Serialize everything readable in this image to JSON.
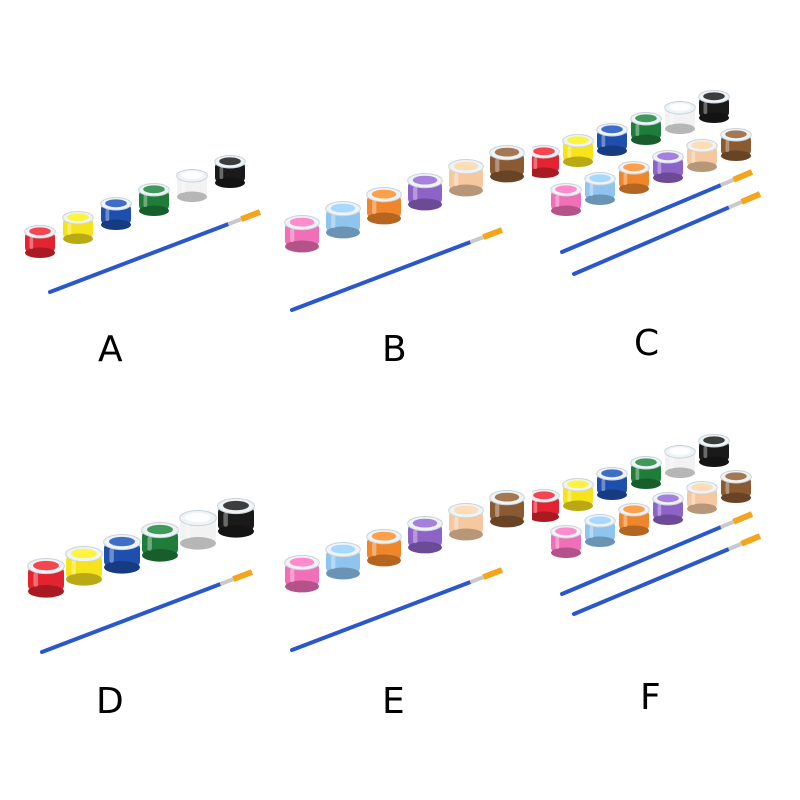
{
  "palette": {
    "red": "#e3232f",
    "yellow": "#f7e31a",
    "blue": "#1f4fae",
    "green": "#1f7d3a",
    "white": "#f2f2f2",
    "black": "#1a1a1a",
    "pink": "#f06fb7",
    "lightblue": "#8fc4ee",
    "orange": "#f0862b",
    "purple": "#8e63c8",
    "peach": "#f5c8a0",
    "brown": "#8a5a33",
    "brush_handle": "#2a57c9",
    "brush_bristle": "#f3a51d",
    "brush_ferrule": "#c9c9c9",
    "lid": "#eef3f6"
  },
  "options": [
    {
      "label": "A",
      "colors": [
        "red",
        "yellow",
        "blue",
        "green",
        "white",
        "black"
      ],
      "rows": 1,
      "brushes": 1
    },
    {
      "label": "B",
      "colors": [
        "pink",
        "lightblue",
        "orange",
        "purple",
        "peach",
        "brown"
      ],
      "rows": 1,
      "brushes": 1
    },
    {
      "label": "C",
      "colors": [
        "red",
        "yellow",
        "blue",
        "green",
        "white",
        "black",
        "pink",
        "lightblue",
        "orange",
        "purple",
        "peach",
        "brown"
      ],
      "rows": 2,
      "brushes": 2
    },
    {
      "label": "D",
      "colors": [
        "red",
        "yellow",
        "blue",
        "green",
        "white",
        "black"
      ],
      "rows": 1,
      "brushes": 1
    },
    {
      "label": "E",
      "colors": [
        "pink",
        "lightblue",
        "orange",
        "purple",
        "peach",
        "brown"
      ],
      "rows": 1,
      "brushes": 1
    },
    {
      "label": "F",
      "colors": [
        "red",
        "yellow",
        "blue",
        "green",
        "white",
        "black",
        "pink",
        "lightblue",
        "orange",
        "purple",
        "peach",
        "brown"
      ],
      "rows": 2,
      "brushes": 2
    }
  ]
}
